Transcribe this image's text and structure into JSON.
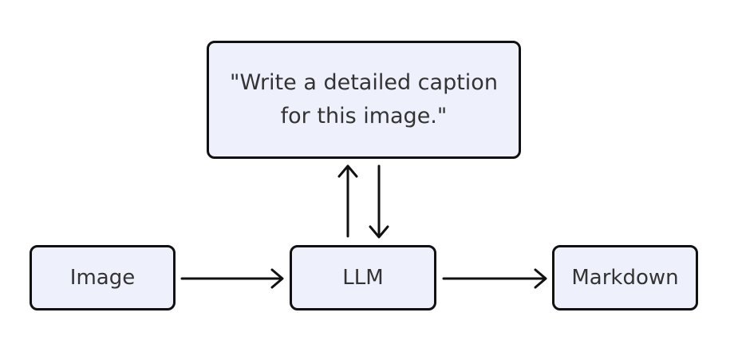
{
  "nodes": {
    "prompt": "\"Write a detailed caption for this image.\"",
    "image": "Image",
    "llm": "LLM",
    "markdown": "Markdown"
  },
  "edges": [
    {
      "from": "image",
      "to": "llm"
    },
    {
      "from": "llm",
      "to": "markdown"
    },
    {
      "from": "llm",
      "to": "prompt"
    },
    {
      "from": "prompt",
      "to": "llm"
    }
  ],
  "colors": {
    "node_fill": "#eef0fb",
    "stroke": "#111111",
    "text": "#333333"
  }
}
